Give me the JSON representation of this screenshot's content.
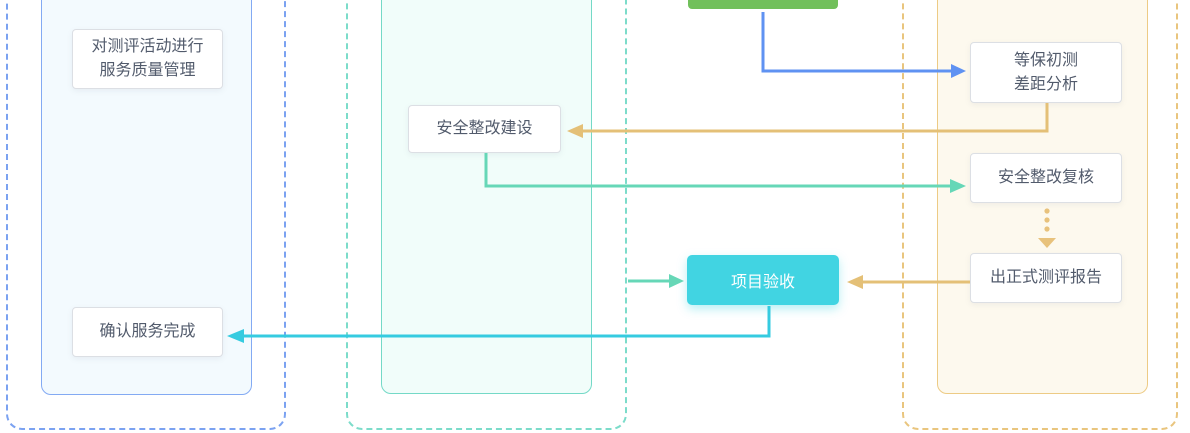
{
  "diagram": {
    "nodes": {
      "quality_mgmt": "对测评活动进行\n服务质量管理",
      "confirm_done": "确认服务完成",
      "rectify_build": "安全整改建设",
      "gap_analysis": "等保初测\n差距分析",
      "rectify_review": "安全整改复核",
      "final_report": "出正式测评报告",
      "project_accept": "项目验收"
    },
    "colors": {
      "column_blue_border": "#7ba2f1",
      "column_teal_border": "#7cdcca",
      "column_orange_border": "#e9c57e",
      "panel_blue_fill": "#f3fafe",
      "panel_teal_fill": "#f1fdfa",
      "panel_orange_fill": "#fdf9ee",
      "node_border": "#dcdfe4",
      "node_text": "#525b6c",
      "arrow_blue": "#5f92f2",
      "arrow_tan": "#e4c077",
      "arrow_mint": "#66d7b7",
      "arrow_cyan": "#35cbe0",
      "button_green": "#71c05b",
      "button_cyan": "#41d4e2"
    }
  }
}
